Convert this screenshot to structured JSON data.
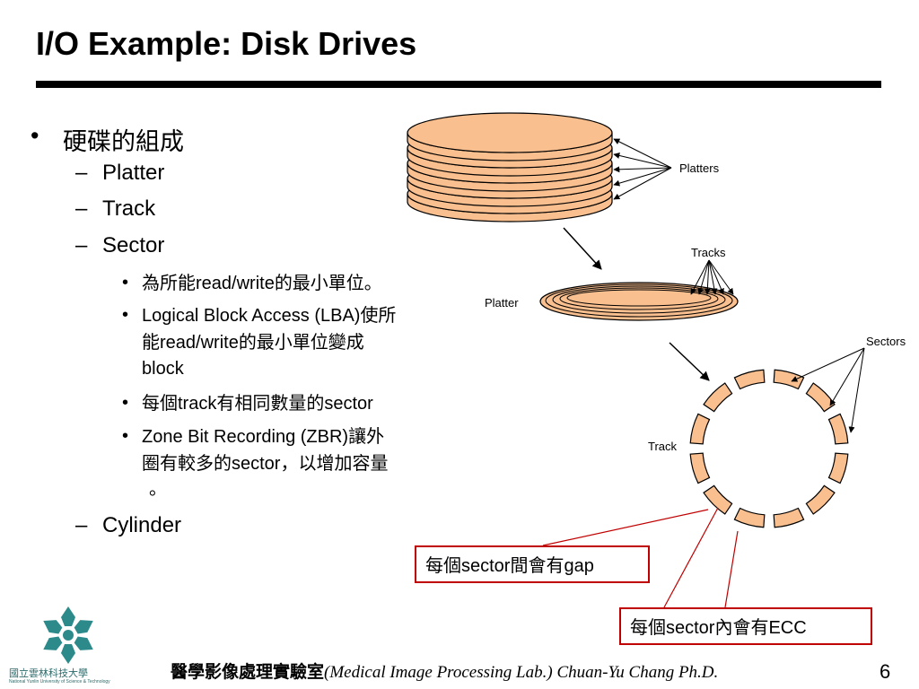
{
  "title": "I/O Example:  Disk Drives",
  "bullets": {
    "l1_marker": "•",
    "l1_text": "硬碟的組成",
    "l2_marker": "–",
    "platter": "Platter",
    "track": "Track",
    "sector": "Sector",
    "cylinder": "Cylinder",
    "l3_marker": "•",
    "sub1_a": "為所能",
    "sub1_b": "read/write",
    "sub1_c": "的最小單位。",
    "sub2_line1_a": "Logical Block Access (LBA)",
    "sub2_line1_b": "使所",
    "sub2_line2_a": "能",
    "sub2_line2_b": "read/write",
    "sub2_line2_c": "的最小單位變成",
    "sub2_line3": "block",
    "sub3_a": "每個",
    "sub3_b": "track",
    "sub3_c": "有相同數量的",
    "sub3_d": "sector",
    "sub4_line1_a": "Zone Bit Recording (ZBR)",
    "sub4_line1_b": "讓外",
    "sub4_line2_a": "圈有較多的",
    "sub4_line2_b": "sector",
    "sub4_line2_c": "，以增加容量",
    "sub4_line3": "。"
  },
  "diagram": {
    "platters_label": "Platters",
    "tracks_label": "Tracks",
    "platter_label": "Platter",
    "sectors_label": "Sectors",
    "track_label": "Track",
    "platter_fill": "#f9bf8f",
    "sector_fill": "#f9bf8f"
  },
  "callouts": {
    "gap_a": "每個",
    "gap_b": "sector",
    "gap_c": "間會有",
    "gap_d": "gap",
    "ecc_a": "每個",
    "ecc_b": "sector",
    "ecc_c": "內會有",
    "ecc_d": "ECC",
    "border_color": "#c00000"
  },
  "footer": {
    "lab_cjk": "醫學影像處理實驗室",
    "lab_en": "(Medical Image Processing Lab.) Chuan-Yu Chang Ph.D.",
    "page_number": "6"
  },
  "logo": {
    "name_cjk": "國立雲林科技大學",
    "name_en": "National Yunlin University of Science & Technology",
    "color": "#2d8a8a"
  }
}
